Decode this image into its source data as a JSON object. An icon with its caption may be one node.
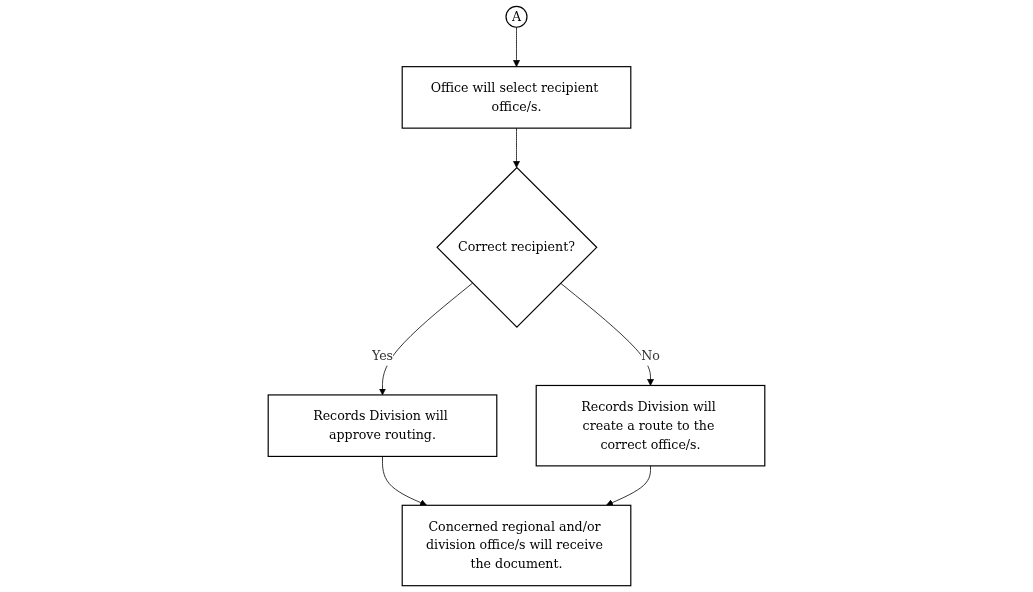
{
  "diagram": {
    "nodes": [
      {
        "text": [
          "A"
        ]
      },
      {
        "text": [
          "Office will select recipient office/s."
        ]
      },
      {
        "text": [
          "Correct recipient?"
        ]
      },
      {
        "text": [
          "Records Division will approve routing."
        ]
      },
      {
        "text": [
          "Records Division will create a route to the correct office/s."
        ]
      },
      {
        "text": [
          "Concerned regional and/or division office/s will receive the document."
        ]
      }
    ],
    "edges": [
      {
        "from": 0,
        "to": 1,
        "arrow": "to"
      },
      {
        "from": 1,
        "to": 2,
        "arrow": "to"
      },
      {
        "from": 2,
        "to": 3,
        "label": "Yes",
        "arrow": "to"
      },
      {
        "from": 2,
        "to": 4,
        "label": "No",
        "arrow": "to"
      },
      {
        "from": 3,
        "to": 5,
        "arrow": "to"
      },
      {
        "from": 4,
        "to": 5,
        "arrow": "to"
      }
    ]
  }
}
